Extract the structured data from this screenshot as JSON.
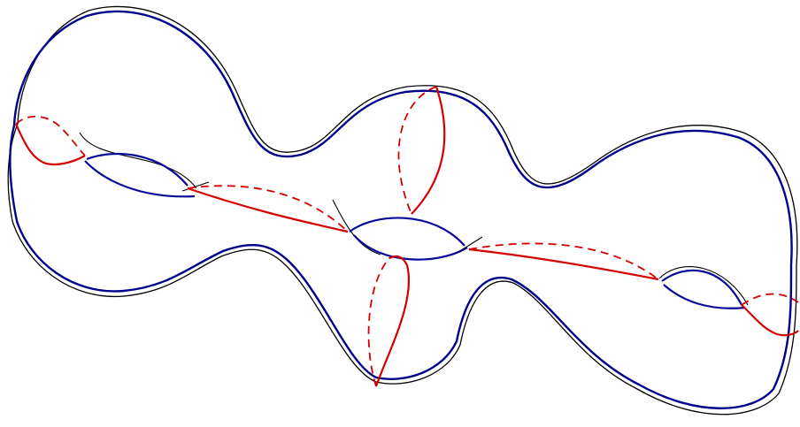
{
  "figure": {
    "kind": "genus-3 surface with cycles",
    "colors": {
      "surface_outline": "#000000",
      "surface_outline_offset": "#00008b",
      "cycle": "#d40000",
      "background": "#ffffff"
    },
    "handles": 3,
    "cycles": {
      "solid_segments": 6,
      "dashed_segments": 6
    }
  }
}
